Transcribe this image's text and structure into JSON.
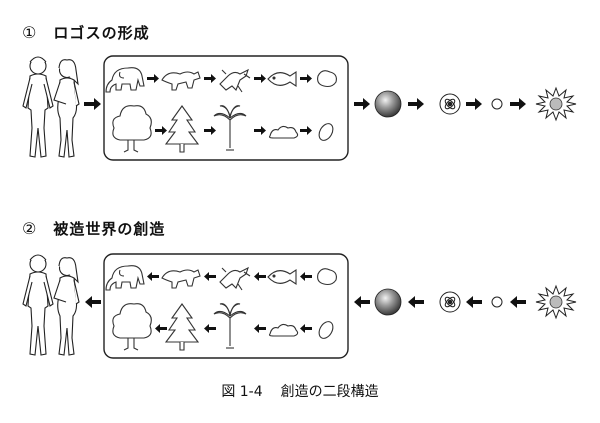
{
  "section1": {
    "number": "①",
    "title": "ロゴスの形成"
  },
  "section2": {
    "number": "②",
    "title": "被造世界の創造"
  },
  "caption": {
    "figure": "図 1-4",
    "title": "創造の二段構造"
  }
}
